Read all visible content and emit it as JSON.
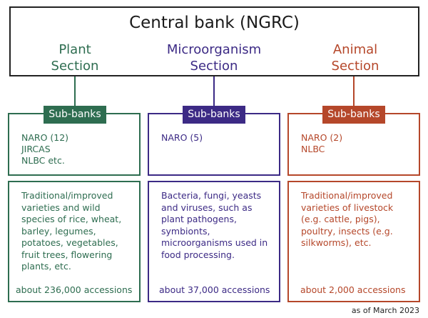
{
  "central": {
    "title": "Central bank (NGRC)"
  },
  "colors": {
    "plant": "#2e6d50",
    "micro": "#3c2a85",
    "animal": "#b5472a",
    "border": "#222222"
  },
  "sections": [
    {
      "id": "plant",
      "label_line1": "Plant",
      "label_line2": "Section",
      "tag": "Sub-banks",
      "subbanks": [
        "NARO (12)",
        "JIRCAS",
        "NLBC etc."
      ],
      "description": [
        "Traditional/improved",
        "varieties and wild",
        "species of rice, wheat,",
        "barley, legumes,",
        "potatoes, vegetables,",
        "fruit trees, flowering",
        "plants, etc."
      ],
      "accessions": "about 236,000 accessions"
    },
    {
      "id": "micro",
      "label_line1": "Microorganism",
      "label_line2": "Section",
      "tag": "Sub-banks",
      "subbanks": [
        "NARO (5)"
      ],
      "description": [
        "Bacteria, fungi, yeasts",
        "and viruses, such as",
        "plant pathogens,",
        "symbionts,",
        "microorganisms used in",
        "food processing."
      ],
      "accessions": "about 37,000 accessions"
    },
    {
      "id": "animal",
      "label_line1": "Animal",
      "label_line2": "Section",
      "tag": "Sub-banks",
      "subbanks": [
        "NARO (2)",
        "NLBC"
      ],
      "description": [
        "Traditional/improved",
        "varieties of livestock",
        "(e.g. cattle, pigs),",
        "poultry, insects (e.g.",
        "silkworms), etc."
      ],
      "accessions": "about 2,000 accessions"
    }
  ],
  "footnote": "as of March 2023"
}
